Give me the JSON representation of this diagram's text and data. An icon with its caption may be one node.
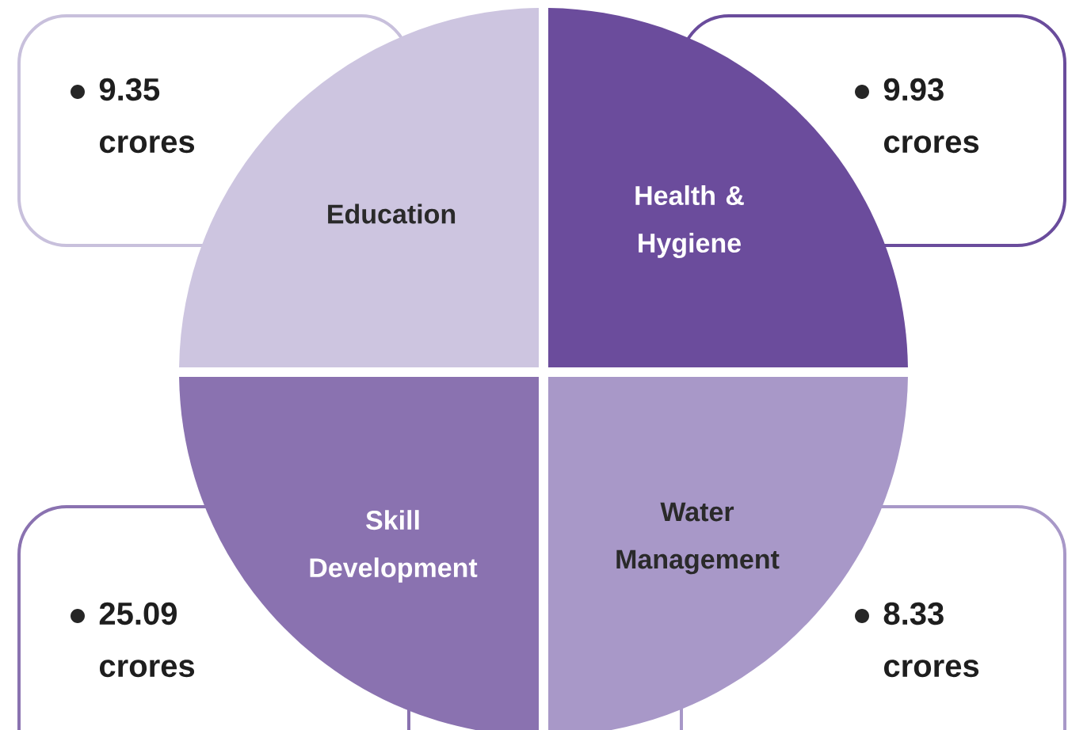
{
  "diagram": {
    "nodes": [
      {
        "text": [
          "9.35 crores"
        ]
      },
      {
        "text": [
          "9.93 crores"
        ]
      },
      {
        "text": [
          "Education"
        ]
      },
      {
        "text": [
          "Health & Hygiene"
        ]
      },
      {
        "text": [
          "Skill Development"
        ]
      },
      {
        "text": [
          "Water Management"
        ]
      },
      {
        "text": [
          "25.09 crores"
        ]
      },
      {
        "text": [
          "8.33 crores"
        ]
      }
    ]
  }
}
